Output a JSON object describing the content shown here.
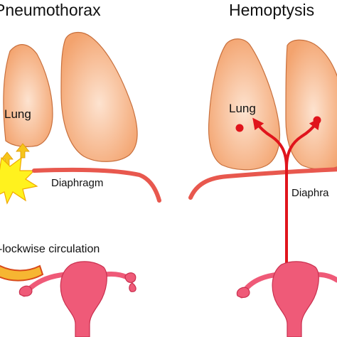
{
  "panels": {
    "left": {
      "title": "Pneumothorax",
      "lung_label": "Lung",
      "diaphragm_label": "Diaphragm",
      "circulation_label": "-lockwise circulation"
    },
    "right": {
      "title": "Hemoptysis",
      "lung_label": "Lung",
      "diaphragm_label": "Diaphra"
    }
  },
  "colors": {
    "lung_fill": "#f3a36e",
    "lung_highlight": "#fde3d0",
    "lung_stroke": "#c8703d",
    "diaphragm": "#e8584e",
    "blood_arrow": "#e0141c",
    "uterus": "#ef5a78",
    "uterus_stroke": "#c9304f",
    "burst": "#fff21e",
    "burst_stroke": "#f0a800",
    "small_arrow": "#f6c51b",
    "circulation_fill": "#f6b632",
    "circulation_stroke": "#d84a1a"
  },
  "icons": [
    "lung",
    "uterus",
    "air-leak-burst",
    "blood-flow-arrow",
    "circulation-arrow"
  ]
}
